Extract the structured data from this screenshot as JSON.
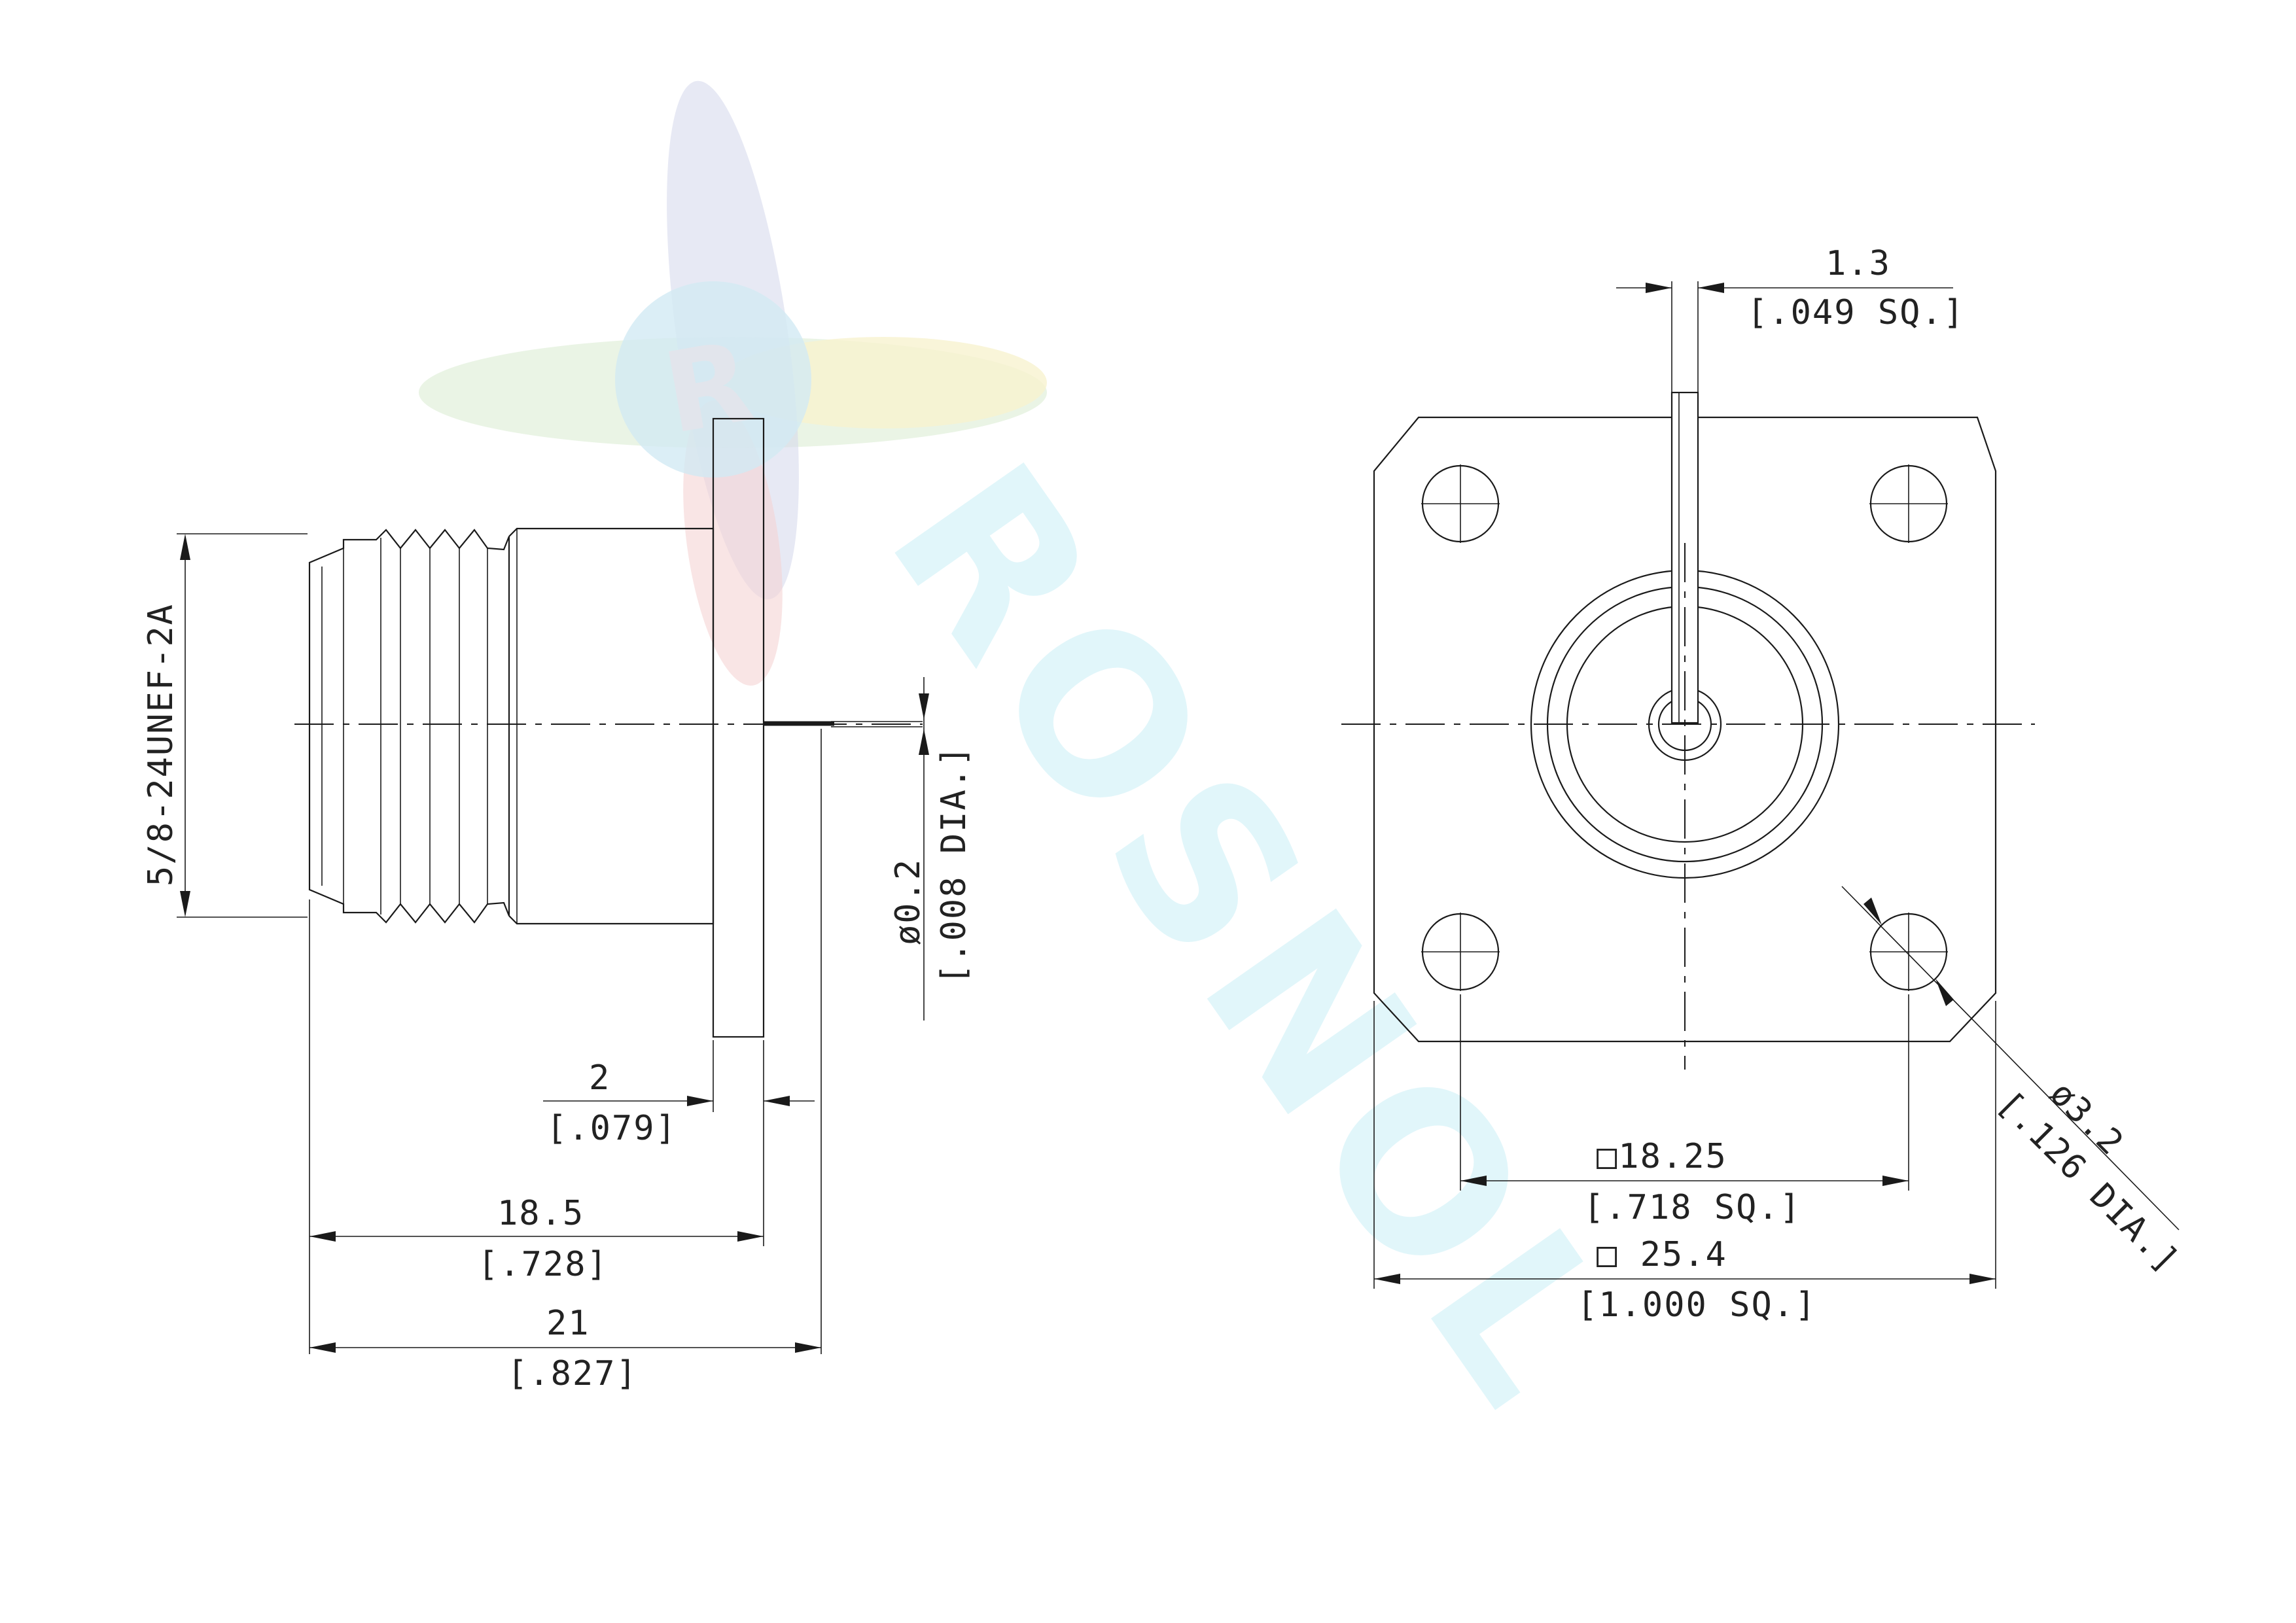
{
  "drawing": {
    "watermark_logo_letter": "R",
    "watermark_text": "ROSNOL",
    "side_view": {
      "thread_label": "5/8-24UNEF-2A",
      "pin_diameter": "ø0.2",
      "pin_diameter_inch": "[.008 DIA.]",
      "flange_thickness": "2",
      "flange_thickness_inch": "[.079]",
      "body_length": "18.5",
      "body_length_inch": "[.728]",
      "overall_length": "21",
      "overall_length_inch": "[.827]"
    },
    "front_view": {
      "tab_width": "1.3",
      "tab_width_inch": "[.049 SQ.]",
      "hole_spacing": "□18.25",
      "hole_spacing_inch": "[.718 SQ.]",
      "flange_size": "□ 25.4",
      "flange_size_inch": "[1.000 SQ.]",
      "hole_diameter": "ø3.2",
      "hole_diameter_inch": "[.126 DIA.]"
    }
  },
  "colors": {
    "line": "#1a1a1a",
    "watermark_cyan": "#c8eef6",
    "watermark_blue": "#c7cbe6",
    "watermark_green": "#cfe6c4",
    "watermark_yellow": "#f6efc0",
    "watermark_red": "#f0c4c4"
  }
}
